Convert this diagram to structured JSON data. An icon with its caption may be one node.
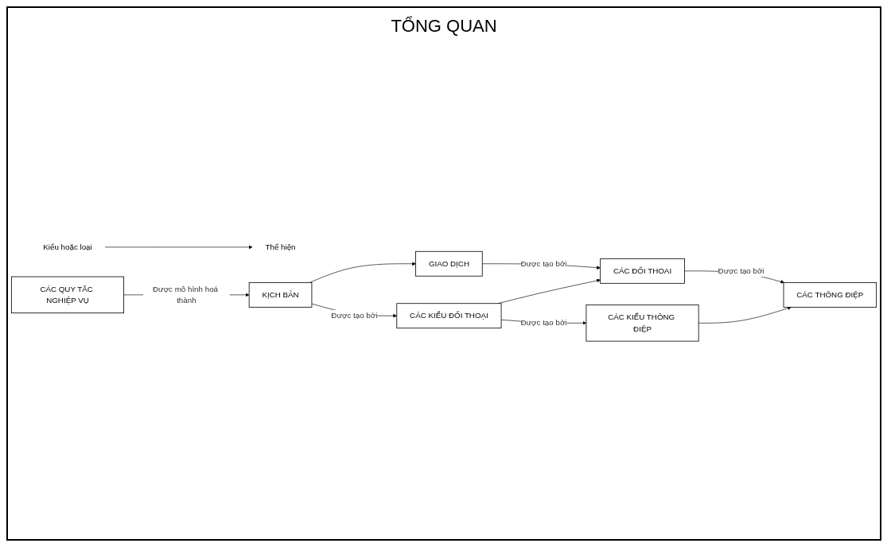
{
  "diagram": {
    "title": "TỔNG QUAN",
    "nodes": [
      {
        "text": [
          "Kiểu hoặc loại"
        ]
      },
      {
        "text": [
          "Thể hiện"
        ]
      },
      {
        "text": [
          "CÁC QUY TẮC NGHIỆP VỤ"
        ]
      },
      {
        "text": [
          "KỊCH BẢN"
        ]
      },
      {
        "text": [
          "GIAO DỊCH"
        ]
      },
      {
        "text": [
          "CÁC KIỂU ĐỐI THOẠI"
        ]
      },
      {
        "text": [
          "CÁC ĐỐI THOAI"
        ]
      },
      {
        "text": [
          "CÁC KIỂU THÔNG ĐIỆP"
        ]
      },
      {
        "text": [
          "CÁC THÔNG ĐIỆP"
        ]
      }
    ],
    "edges": [
      {
        "from": 0,
        "to": 1,
        "arrow": "to"
      },
      {
        "from": 2,
        "to": 3,
        "arrow": "to",
        "label": "Được mô hình hoá thành"
      },
      {
        "from": 3,
        "to": 4,
        "arrow": "to"
      },
      {
        "from": 3,
        "to": 5,
        "arrow": "to",
        "label": "Được tạo bởi"
      },
      {
        "from": 4,
        "to": 6,
        "arrow": "to",
        "label": "Được tạo bởi"
      },
      {
        "from": 5,
        "to": 6,
        "arrow": "to"
      },
      {
        "from": 5,
        "to": 7,
        "arrow": "to",
        "label": "Được tạo bởi"
      },
      {
        "from": 6,
        "to": 8,
        "arrow": "to",
        "label": "Được tạo bởi"
      },
      {
        "from": 7,
        "to": 8,
        "arrow": "to"
      }
    ]
  }
}
